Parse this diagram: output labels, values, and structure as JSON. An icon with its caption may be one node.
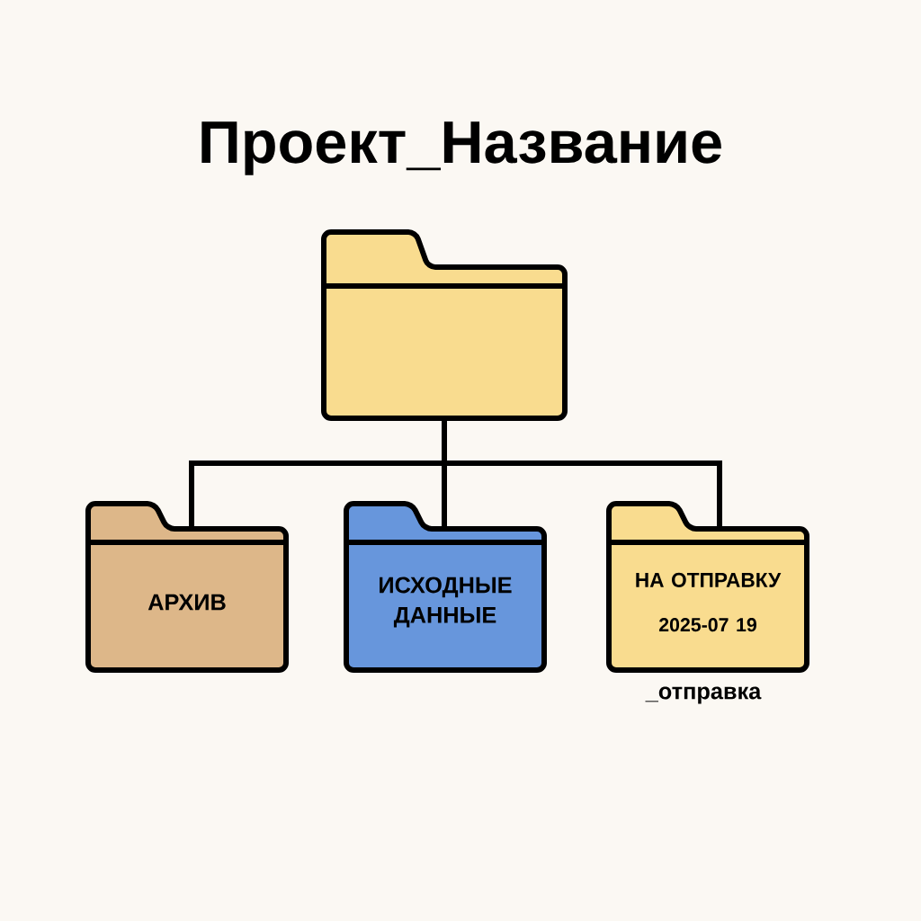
{
  "diagram": {
    "title": "Проект_Название",
    "nodes": [
      {
        "text": [],
        "shape": "folder"
      },
      {
        "text": [
          "АРХИВ"
        ]
      },
      {
        "text": [
          "ИСХОДНЫЕ ДАННЫЕ"
        ]
      },
      {
        "text": [
          "НА ОТПРАВКУ",
          "2025-07 19"
        ],
        "beside": [
          "_отправка"
        ]
      }
    ],
    "edges": [
      {
        "from": 0,
        "to": 1,
        "arrow": "none"
      },
      {
        "from": 0,
        "to": 2,
        "arrow": "none"
      },
      {
        "from": 0,
        "to": 3,
        "arrow": "none"
      }
    ]
  }
}
